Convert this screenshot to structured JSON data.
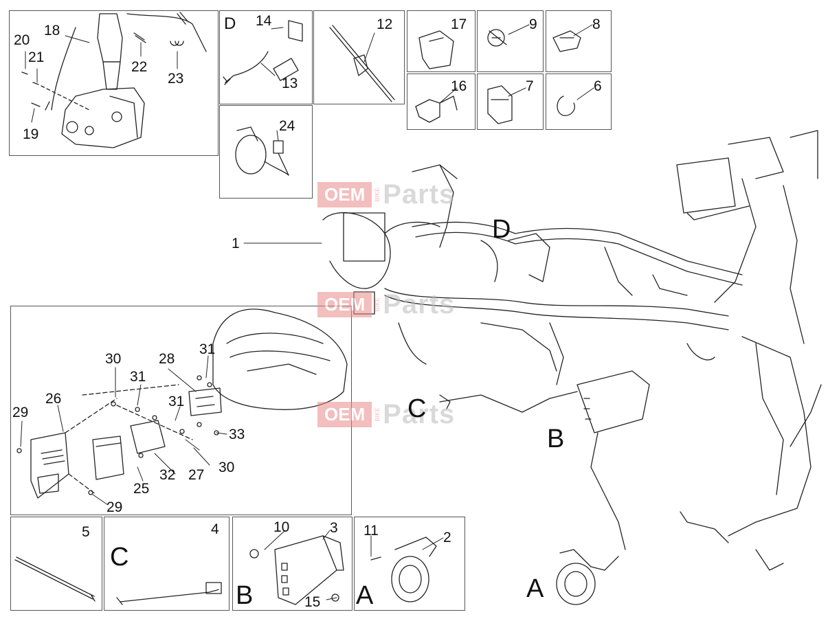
{
  "callouts": {
    "n1": "1",
    "n2": "2",
    "n3": "3",
    "n4": "4",
    "n5": "5",
    "n6": "6",
    "n7": "7",
    "n8": "8",
    "n9": "9",
    "n10": "10",
    "n11": "11",
    "n12": "12",
    "n13": "13",
    "n14": "14",
    "n15": "15",
    "n16": "16",
    "n17": "17",
    "n18": "18",
    "n19": "19",
    "n20": "20",
    "n21": "21",
    "n22": "22",
    "n23": "23",
    "n24": "24",
    "n25": "25",
    "n26": "26",
    "n27": "27",
    "n28": "28",
    "n29a": "29",
    "n29b": "29",
    "n30a": "30",
    "n30b": "30",
    "n31a": "31",
    "n31b": "31",
    "n31c": "31",
    "n32": "32",
    "n33": "33"
  },
  "letters": {
    "d_box": "D",
    "c_box": "C",
    "b_box": "B",
    "a_box": "A",
    "d_main": "D",
    "c_main": "C",
    "b_main": "B",
    "a_main": "A"
  },
  "watermark": {
    "oem": "OEM",
    "bike": "BIKE",
    "parts": "Parts"
  }
}
